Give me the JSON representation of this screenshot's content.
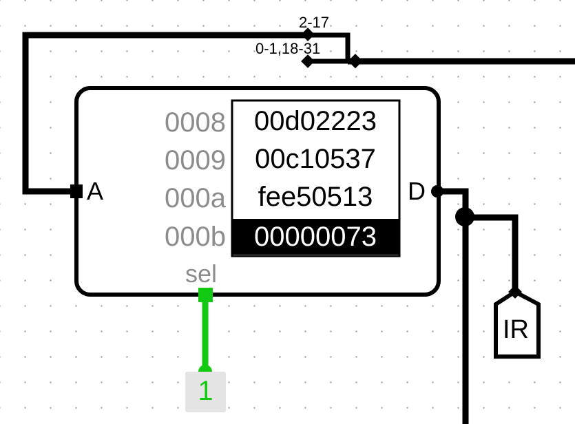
{
  "splitter": {
    "label_top": "2-17",
    "label_bottom": "0-1,18-31"
  },
  "memory": {
    "rows": [
      {
        "address": "0008",
        "value": "00d02223",
        "selected": false
      },
      {
        "address": "0009",
        "value": "00c10537",
        "selected": false
      },
      {
        "address": "000a",
        "value": "fee50513",
        "selected": false
      },
      {
        "address": "000b",
        "value": "00000073",
        "selected": true
      }
    ],
    "port_address": "A",
    "port_data": "D",
    "select_label": "sel"
  },
  "output_pin": {
    "label": "IR"
  },
  "input_pin": {
    "value": "1"
  },
  "colors": {
    "wire": "#000000",
    "active_wire": "#11c911",
    "label_gray": "#8c8c8c",
    "pin_bg": "#e4e4e4"
  }
}
